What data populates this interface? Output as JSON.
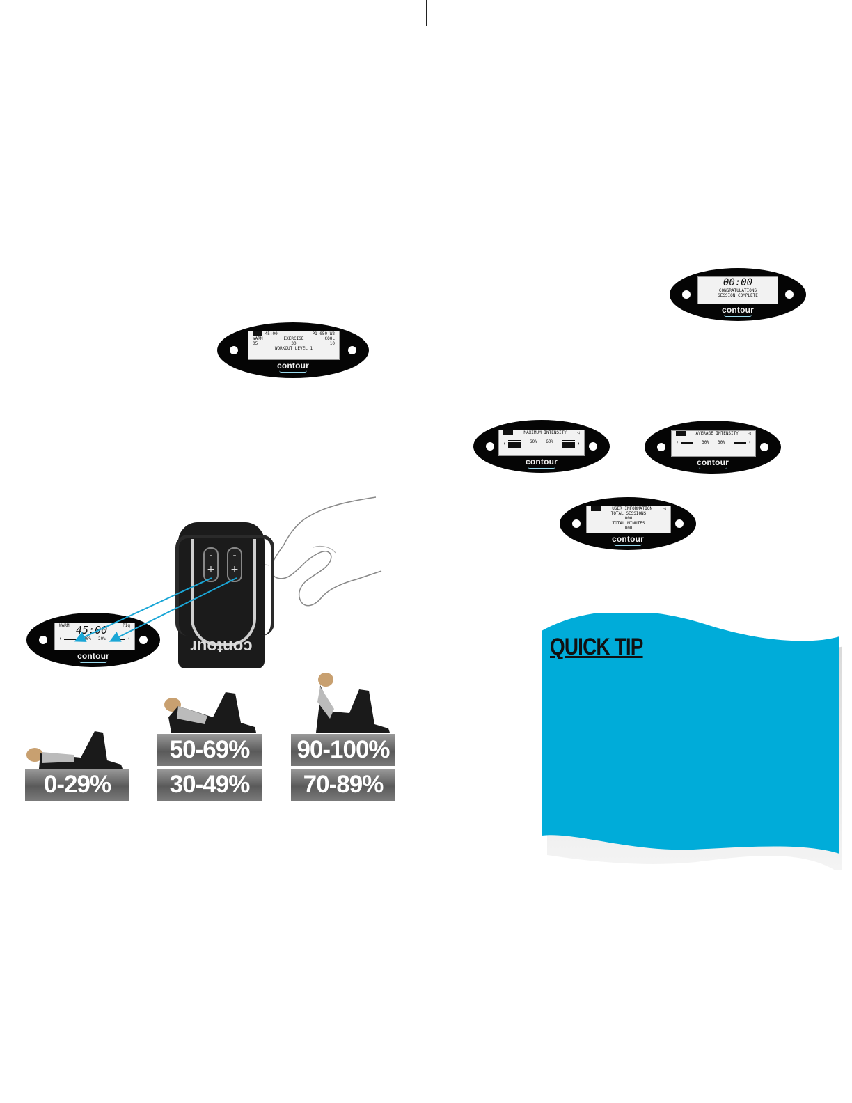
{
  "device_brand": "contour",
  "display_main": {
    "time": "45:00",
    "program": "P1-050 W2",
    "phases": [
      "WARM",
      "EXERCISE",
      "COOL"
    ],
    "phase_values": [
      "05",
      "30",
      "10"
    ],
    "level": "WORKOUT LEVEL 1"
  },
  "display_complete": {
    "time": "00:00",
    "line1": "CONGRATULATIONS",
    "line2": "SESSION COMPLETE"
  },
  "display_max": {
    "title": "MAXIMUM INTENSITY",
    "left": "60%",
    "right": "60%"
  },
  "display_avg": {
    "title": "AVERAGE INTENSITY",
    "left": "30%",
    "right": "30%"
  },
  "display_user": {
    "title": "USER INFORMATION",
    "sessions_label": "TOTAL SESSIONS",
    "sessions": "000",
    "minutes_label": "TOTAL MINUTES",
    "minutes": "000"
  },
  "display_live": {
    "phase": "WARM",
    "time": "45:00",
    "program": "P1q",
    "left": "20%",
    "right": "20%"
  },
  "intensity_ranges": [
    "0-29%",
    "30-49%",
    "50-69%",
    "70-89%",
    "90-100%"
  ],
  "quick_tip": {
    "title": "QUICK TIP"
  },
  "colors": {
    "tip_blue": "#00acd9",
    "arrow_blue": "#1aa6d6"
  }
}
